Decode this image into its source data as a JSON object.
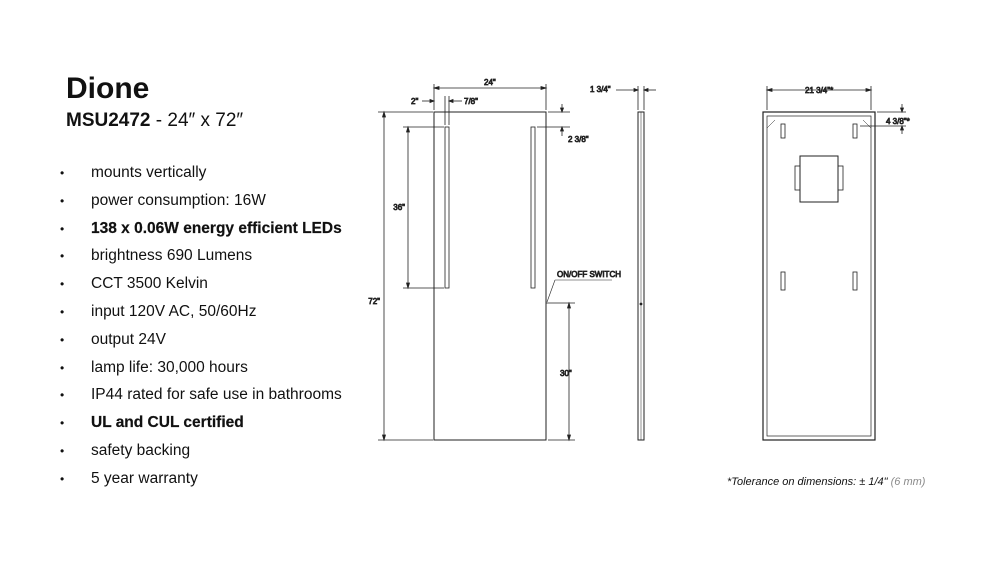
{
  "product": {
    "name": "Dione",
    "model": "MSU2472",
    "size_text": " - 24″ x 72″"
  },
  "features": [
    {
      "text": "mounts vertically",
      "bold": false
    },
    {
      "text": "power consumption: 16W",
      "bold": false
    },
    {
      "text": "138 x 0.06W energy efficient LEDs",
      "bold": true
    },
    {
      "text": "brightness 690 Lumens",
      "bold": false
    },
    {
      "text": "CCT 3500 Kelvin",
      "bold": false
    },
    {
      "text": "input 120V AC, 50/60Hz",
      "bold": false
    },
    {
      "text": "output 24V",
      "bold": false
    },
    {
      "text": "lamp life: 30,000 hours",
      "bold": false
    },
    {
      "text": "IP44 rated for safe use in bathrooms",
      "bold": false
    },
    {
      "text": "UL and CUL certified",
      "bold": true
    },
    {
      "text": "safety backing",
      "bold": false
    },
    {
      "text": "5 year warranty",
      "bold": false
    }
  ],
  "bullet_char": "•",
  "front_view": {
    "width_label": "24\"",
    "edge_offset_label": "2\"",
    "strip_width_label": "7/8\"",
    "top_offset_label": "2 3/8\"",
    "strip_length_label": "36\"",
    "height_label": "72\"",
    "switch_label": "ON/OFF SWITCH",
    "switch_height_label": "30\""
  },
  "side_view": {
    "depth_label": "1 3/4\""
  },
  "back_view": {
    "width_label": "21 3/4\"*",
    "top_offset_label": "4 3/8\"*"
  },
  "tolerance": {
    "text": "*Tolerance on dimensions: ± 1/4\"",
    "mm": "(6 mm)"
  }
}
